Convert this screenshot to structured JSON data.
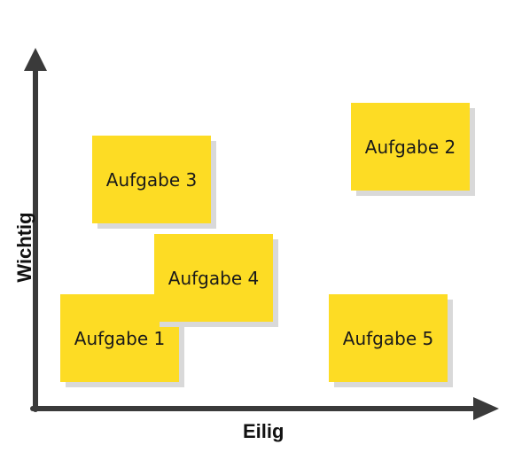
{
  "axes": {
    "x_label": "Eilig",
    "y_label": "Wichtig"
  },
  "notes": [
    {
      "label": "Aufgabe 1"
    },
    {
      "label": "Aufgabe 2"
    },
    {
      "label": "Aufgabe 3"
    },
    {
      "label": "Aufgabe 4"
    },
    {
      "label": "Aufgabe 5"
    }
  ],
  "colors": {
    "note_fill": "#fddc24",
    "note_shadow": "#d9d9d9",
    "axis": "#3a3a3a"
  }
}
